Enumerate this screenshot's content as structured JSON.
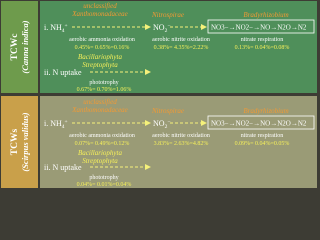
{
  "colors": {
    "background": "#3d3c34",
    "sidebar_top": "#6e9b4c",
    "sidebar_bottom": "#c9a04a",
    "panel_top": "#4f8f5a",
    "panel_bottom": "#9a9b76",
    "white": "#ffffff",
    "orange": "#f29a34",
    "yellow": "#f6f05a",
    "arrow": "#f5f17a"
  },
  "panels": [
    {
      "side_title": "TCWc",
      "side_subtitle": "(Canna indica)",
      "pathway_i": {
        "label": "i. NH",
        "label_sub": "4",
        "label_sup": "+",
        "taxon1": "unclassified",
        "taxon1b": "Xanthomonadaceae",
        "no2": "NO",
        "no2_sub": "2",
        "no2_sup": "−",
        "taxon2": "Nitrospirae",
        "taxon3": "Bradyrhizobium",
        "chain": "NO3−→NO2−→NO→N2O→N2",
        "proc1": "aerobic ammonia oxidation",
        "val1": "0.45%= 0.65%=0.16%",
        "proc2": "aerobic nitrite oxidation",
        "val2": "0.38%= 4.35%=2.22%",
        "proc3": "nitrate respiration",
        "val3": "0.13%= 0.04%=0.08%"
      },
      "pathway_ii": {
        "label": "ii. N uptake",
        "taxon1": "Bacillariophyta",
        "taxon2": "Streptophyta",
        "proc": "phototrophy",
        "val": "0.67%= 0.70%=1.06%"
      }
    },
    {
      "side_title": "TCWs",
      "side_subtitle": "(Scirpus validus)",
      "pathway_i": {
        "label": "i. NH",
        "label_sub": "4",
        "label_sup": "+",
        "taxon1": "unclassified",
        "taxon1b": "Xanthomonadaceae",
        "no2": "NO",
        "no2_sub": "2",
        "no2_sup": "−",
        "taxon2": "Nitrospirae",
        "taxon3": "Bradyrhizobium",
        "chain": "NO3−→NO2−→NO→N2O→N2",
        "proc1": "aerobic ammonia oxidation",
        "val1": "0.07%= 0.49%=0.12%",
        "proc2": "aerobic nitrite oxidation",
        "val2": "3.83%= 2.63%=4.82%",
        "proc3": "nitrate respiration",
        "val3": "0.09%= 0.04%=0.05%"
      },
      "pathway_ii": {
        "label": "ii. N uptake",
        "taxon1": "Bacillariophyta",
        "taxon2": "Streptophyta",
        "proc": "phototrophy",
        "val": "0.04%= 0.01%=0.04%"
      }
    }
  ]
}
